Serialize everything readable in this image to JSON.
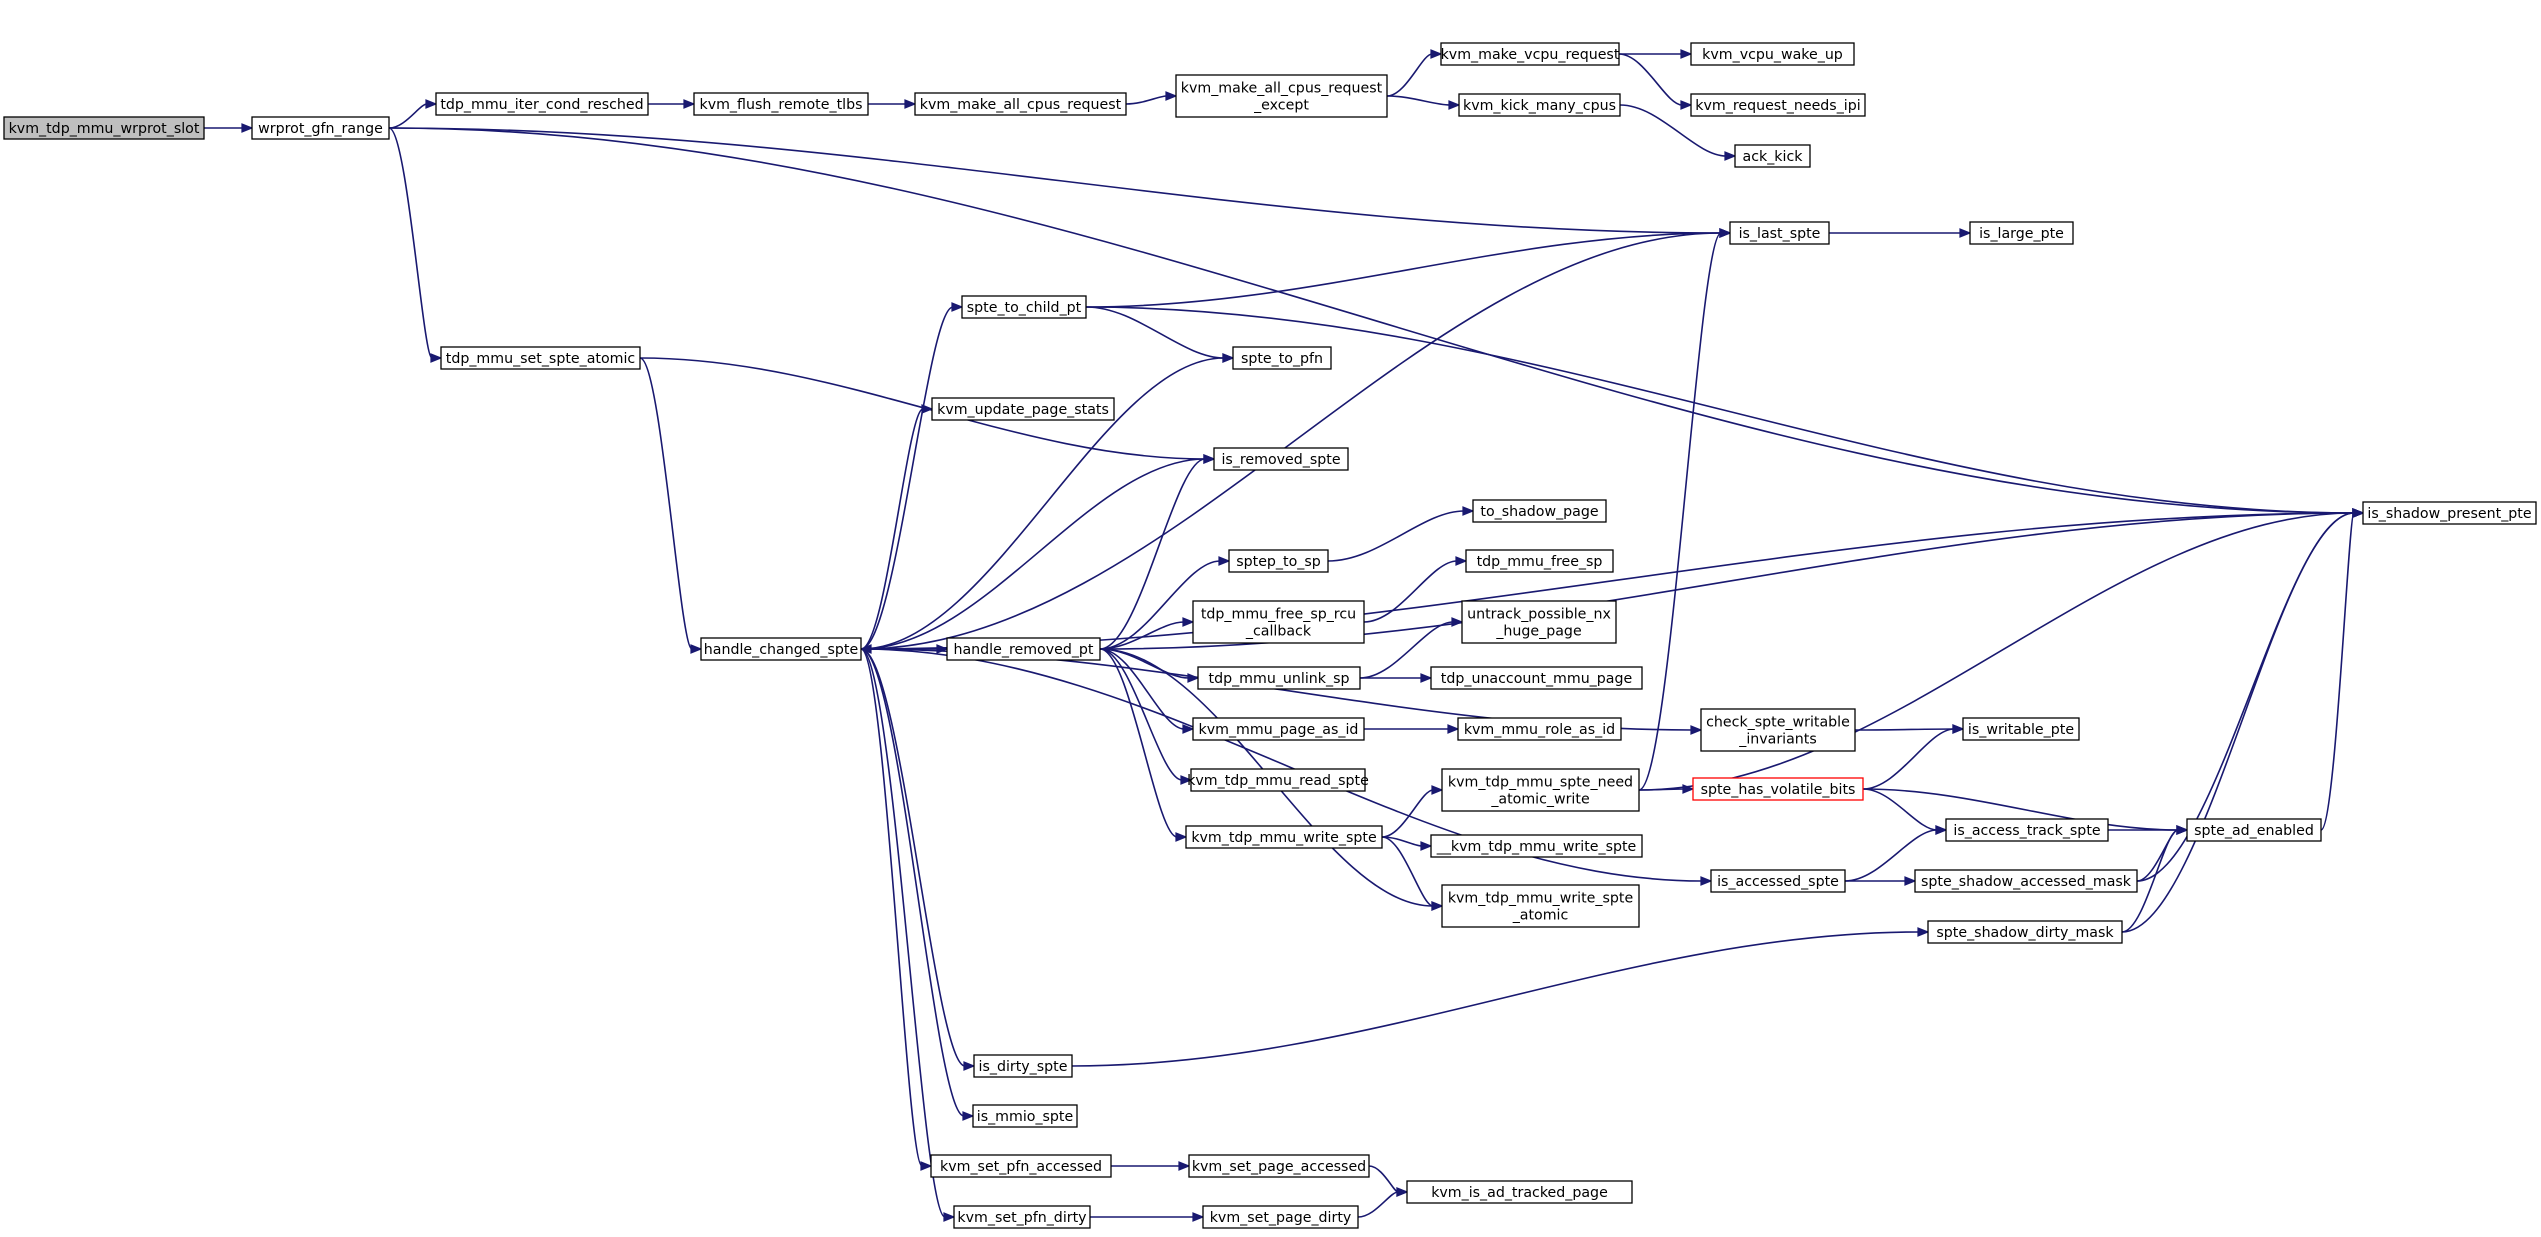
{
  "graph": {
    "title": "",
    "node_fill": "#ffffff",
    "root_fill": "#bfbfbf",
    "edge_color": "#191970",
    "highlight_stroke": "#ff0000"
  },
  "nodes": [
    {
      "id": "kvm_tdp_mmu_wrprot_slot",
      "lines": [
        "kvm_tdp_mmu_wrprot_slot"
      ],
      "style": "root"
    },
    {
      "id": "wrprot_gfn_range",
      "lines": [
        "wrprot_gfn_range"
      ]
    },
    {
      "id": "tdp_mmu_iter_cond_resched",
      "lines": [
        "tdp_mmu_iter_cond_resched"
      ]
    },
    {
      "id": "kvm_flush_remote_tlbs",
      "lines": [
        "kvm_flush_remote_tlbs"
      ]
    },
    {
      "id": "kvm_make_all_cpus_request",
      "lines": [
        "kvm_make_all_cpus_request"
      ]
    },
    {
      "id": "kvm_make_all_cpus_request_except",
      "lines": [
        "kvm_make_all_cpus_request",
        "_except"
      ]
    },
    {
      "id": "kvm_make_vcpu_request",
      "lines": [
        "kvm_make_vcpu_request"
      ]
    },
    {
      "id": "kvm_vcpu_wake_up",
      "lines": [
        "kvm_vcpu_wake_up"
      ]
    },
    {
      "id": "kvm_request_needs_ipi",
      "lines": [
        "kvm_request_needs_ipi"
      ]
    },
    {
      "id": "kvm_kick_many_cpus",
      "lines": [
        "kvm_kick_many_cpus"
      ]
    },
    {
      "id": "ack_kick",
      "lines": [
        "ack_kick"
      ]
    },
    {
      "id": "is_last_spte",
      "lines": [
        "is_last_spte"
      ]
    },
    {
      "id": "is_large_pte",
      "lines": [
        "is_large_pte"
      ]
    },
    {
      "id": "spte_to_child_pt",
      "lines": [
        "spte_to_child_pt"
      ]
    },
    {
      "id": "tdp_mmu_set_spte_atomic",
      "lines": [
        "tdp_mmu_set_spte_atomic"
      ]
    },
    {
      "id": "spte_to_pfn",
      "lines": [
        "spte_to_pfn"
      ]
    },
    {
      "id": "kvm_update_page_stats",
      "lines": [
        "kvm_update_page_stats"
      ]
    },
    {
      "id": "is_removed_spte",
      "lines": [
        "is_removed_spte"
      ]
    },
    {
      "id": "is_shadow_present_pte",
      "lines": [
        "is_shadow_present_pte"
      ]
    },
    {
      "id": "to_shadow_page",
      "lines": [
        "to_shadow_page"
      ]
    },
    {
      "id": "sptep_to_sp",
      "lines": [
        "sptep_to_sp"
      ]
    },
    {
      "id": "tdp_mmu_free_sp",
      "lines": [
        "tdp_mmu_free_sp"
      ]
    },
    {
      "id": "tdp_mmu_free_sp_rcu_callback",
      "lines": [
        "tdp_mmu_free_sp_rcu",
        "_callback"
      ]
    },
    {
      "id": "untrack_possible_nx_huge_page",
      "lines": [
        "untrack_possible_nx",
        "_huge_page"
      ]
    },
    {
      "id": "handle_changed_spte",
      "lines": [
        "handle_changed_spte"
      ]
    },
    {
      "id": "handle_removed_pt",
      "lines": [
        "handle_removed_pt"
      ]
    },
    {
      "id": "tdp_mmu_unlink_sp",
      "lines": [
        "tdp_mmu_unlink_sp"
      ]
    },
    {
      "id": "tdp_unaccount_mmu_page",
      "lines": [
        "tdp_unaccount_mmu_page"
      ]
    },
    {
      "id": "kvm_mmu_page_as_id",
      "lines": [
        "kvm_mmu_page_as_id"
      ]
    },
    {
      "id": "kvm_mmu_role_as_id",
      "lines": [
        "kvm_mmu_role_as_id"
      ]
    },
    {
      "id": "check_spte_writable_invariants",
      "lines": [
        "check_spte_writable",
        "_invariants"
      ]
    },
    {
      "id": "is_writable_pte",
      "lines": [
        "is_writable_pte"
      ]
    },
    {
      "id": "kvm_tdp_mmu_read_spte",
      "lines": [
        "kvm_tdp_mmu_read_spte"
      ]
    },
    {
      "id": "kvm_tdp_mmu_spte_need_atomic_write",
      "lines": [
        "kvm_tdp_mmu_spte_need",
        "_atomic_write"
      ]
    },
    {
      "id": "spte_has_volatile_bits",
      "lines": [
        "spte_has_volatile_bits"
      ],
      "style": "warn"
    },
    {
      "id": "kvm_tdp_mmu_write_spte",
      "lines": [
        "kvm_tdp_mmu_write_spte"
      ]
    },
    {
      "id": "__kvm_tdp_mmu_write_spte",
      "lines": [
        "__kvm_tdp_mmu_write_spte"
      ]
    },
    {
      "id": "is_access_track_spte",
      "lines": [
        "is_access_track_spte"
      ]
    },
    {
      "id": "spte_ad_enabled",
      "lines": [
        "spte_ad_enabled"
      ]
    },
    {
      "id": "is_accessed_spte",
      "lines": [
        "is_accessed_spte"
      ]
    },
    {
      "id": "spte_shadow_accessed_mask",
      "lines": [
        "spte_shadow_accessed_mask"
      ]
    },
    {
      "id": "kvm_tdp_mmu_write_spte_atomic",
      "lines": [
        "kvm_tdp_mmu_write_spte",
        "_atomic"
      ]
    },
    {
      "id": "spte_shadow_dirty_mask",
      "lines": [
        "spte_shadow_dirty_mask"
      ]
    },
    {
      "id": "is_dirty_spte",
      "lines": [
        "is_dirty_spte"
      ]
    },
    {
      "id": "is_mmio_spte",
      "lines": [
        "is_mmio_spte"
      ]
    },
    {
      "id": "kvm_set_pfn_accessed",
      "lines": [
        "kvm_set_pfn_accessed"
      ]
    },
    {
      "id": "kvm_set_page_accessed",
      "lines": [
        "kvm_set_page_accessed"
      ]
    },
    {
      "id": "kvm_is_ad_tracked_page",
      "lines": [
        "kvm_is_ad_tracked_page"
      ]
    },
    {
      "id": "kvm_set_pfn_dirty",
      "lines": [
        "kvm_set_pfn_dirty"
      ]
    },
    {
      "id": "kvm_set_page_dirty",
      "lines": [
        "kvm_set_page_dirty"
      ]
    }
  ],
  "edges": [
    [
      "kvm_tdp_mmu_wrprot_slot",
      "wrprot_gfn_range"
    ],
    [
      "wrprot_gfn_range",
      "tdp_mmu_iter_cond_resched"
    ],
    [
      "wrprot_gfn_range",
      "is_shadow_present_pte"
    ],
    [
      "wrprot_gfn_range",
      "is_last_spte"
    ],
    [
      "wrprot_gfn_range",
      "tdp_mmu_set_spte_atomic"
    ],
    [
      "tdp_mmu_iter_cond_resched",
      "kvm_flush_remote_tlbs"
    ],
    [
      "kvm_flush_remote_tlbs",
      "kvm_make_all_cpus_request"
    ],
    [
      "kvm_make_all_cpus_request",
      "kvm_make_all_cpus_request_except"
    ],
    [
      "kvm_make_all_cpus_request_except",
      "kvm_make_vcpu_request"
    ],
    [
      "kvm_make_all_cpus_request_except",
      "kvm_kick_many_cpus"
    ],
    [
      "kvm_make_vcpu_request",
      "kvm_vcpu_wake_up"
    ],
    [
      "kvm_make_vcpu_request",
      "kvm_request_needs_ipi"
    ],
    [
      "kvm_kick_many_cpus",
      "ack_kick"
    ],
    [
      "is_last_spte",
      "is_large_pte"
    ],
    [
      "spte_to_child_pt",
      "is_last_spte"
    ],
    [
      "spte_to_child_pt",
      "is_shadow_present_pte"
    ],
    [
      "spte_to_child_pt",
      "spte_to_pfn"
    ],
    [
      "tdp_mmu_set_spte_atomic",
      "is_removed_spte"
    ],
    [
      "tdp_mmu_set_spte_atomic",
      "handle_changed_spte"
    ],
    [
      "handle_changed_spte",
      "is_last_spte"
    ],
    [
      "handle_changed_spte",
      "spte_to_child_pt"
    ],
    [
      "handle_changed_spte",
      "spte_to_pfn"
    ],
    [
      "handle_changed_spte",
      "kvm_update_page_stats"
    ],
    [
      "handle_changed_spte",
      "is_removed_spte"
    ],
    [
      "handle_changed_spte",
      "is_shadow_present_pte"
    ],
    [
      "handle_changed_spte",
      "handle_removed_pt"
    ],
    [
      "handle_changed_spte",
      "check_spte_writable_invariants"
    ],
    [
      "handle_changed_spte",
      "is_accessed_spte"
    ],
    [
      "handle_changed_spte",
      "is_dirty_spte"
    ],
    [
      "handle_changed_spte",
      "is_mmio_spte"
    ],
    [
      "handle_changed_spte",
      "kvm_set_pfn_accessed"
    ],
    [
      "handle_changed_spte",
      "kvm_set_pfn_dirty"
    ],
    [
      "handle_removed_pt",
      "handle_changed_spte"
    ],
    [
      "handle_removed_pt",
      "is_removed_spte"
    ],
    [
      "handle_removed_pt",
      "is_shadow_present_pte"
    ],
    [
      "handle_removed_pt",
      "sptep_to_sp"
    ],
    [
      "handle_removed_pt",
      "tdp_mmu_free_sp_rcu_callback"
    ],
    [
      "handle_removed_pt",
      "tdp_mmu_unlink_sp"
    ],
    [
      "handle_removed_pt",
      "kvm_mmu_page_as_id"
    ],
    [
      "handle_removed_pt",
      "kvm_tdp_mmu_read_spte"
    ],
    [
      "handle_removed_pt",
      "kvm_tdp_mmu_write_spte"
    ],
    [
      "handle_removed_pt",
      "kvm_tdp_mmu_write_spte_atomic"
    ],
    [
      "sptep_to_sp",
      "to_shadow_page"
    ],
    [
      "tdp_mmu_free_sp_rcu_callback",
      "tdp_mmu_free_sp"
    ],
    [
      "tdp_mmu_unlink_sp",
      "untrack_possible_nx_huge_page"
    ],
    [
      "tdp_mmu_unlink_sp",
      "tdp_unaccount_mmu_page"
    ],
    [
      "kvm_mmu_page_as_id",
      "kvm_mmu_role_as_id"
    ],
    [
      "check_spte_writable_invariants",
      "is_writable_pte"
    ],
    [
      "kvm_tdp_mmu_write_spte",
      "kvm_tdp_mmu_spte_need_atomic_write"
    ],
    [
      "kvm_tdp_mmu_write_spte",
      "__kvm_tdp_mmu_write_spte"
    ],
    [
      "kvm_tdp_mmu_write_spte",
      "kvm_tdp_mmu_write_spte_atomic"
    ],
    [
      "kvm_tdp_mmu_spte_need_atomic_write",
      "is_last_spte"
    ],
    [
      "kvm_tdp_mmu_spte_need_atomic_write",
      "is_shadow_present_pte"
    ],
    [
      "kvm_tdp_mmu_spte_need_atomic_write",
      "spte_has_volatile_bits"
    ],
    [
      "spte_has_volatile_bits",
      "is_writable_pte"
    ],
    [
      "spte_has_volatile_bits",
      "is_access_track_spte"
    ],
    [
      "spte_has_volatile_bits",
      "spte_ad_enabled"
    ],
    [
      "is_access_track_spte",
      "spte_ad_enabled"
    ],
    [
      "spte_ad_enabled",
      "is_shadow_present_pte"
    ],
    [
      "is_accessed_spte",
      "is_access_track_spte"
    ],
    [
      "is_accessed_spte",
      "spte_shadow_accessed_mask"
    ],
    [
      "spte_shadow_accessed_mask",
      "spte_ad_enabled"
    ],
    [
      "spte_shadow_accessed_mask",
      "is_shadow_present_pte"
    ],
    [
      "spte_shadow_dirty_mask",
      "spte_ad_enabled"
    ],
    [
      "spte_shadow_dirty_mask",
      "is_shadow_present_pte"
    ],
    [
      "is_dirty_spte",
      "spte_shadow_dirty_mask"
    ],
    [
      "kvm_set_pfn_accessed",
      "kvm_set_page_accessed"
    ],
    [
      "kvm_set_page_accessed",
      "kvm_is_ad_tracked_page"
    ],
    [
      "kvm_set_pfn_dirty",
      "kvm_set_page_dirty"
    ],
    [
      "kvm_set_page_dirty",
      "kvm_is_ad_tracked_page"
    ]
  ]
}
